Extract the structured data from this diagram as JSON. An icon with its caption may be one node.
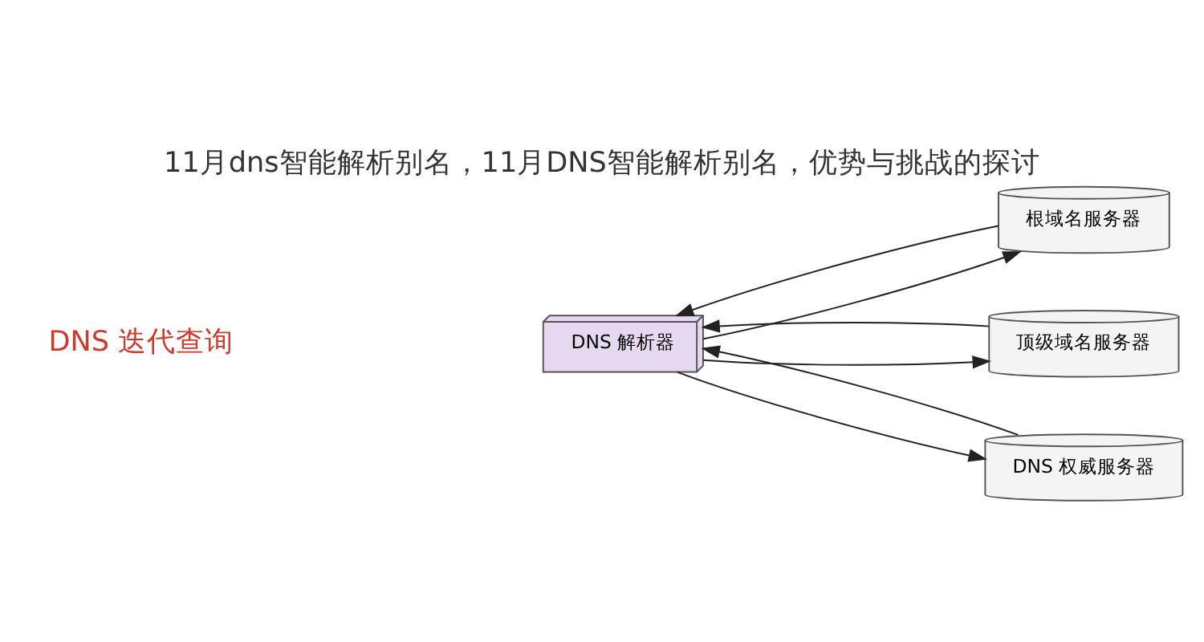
{
  "diagram": {
    "title": "11月dns智能解析别名，11月DNS智能解析别名，优势与挑战的探讨",
    "nodes": [
      {
        "text": [
          "DNS 解析器"
        ]
      },
      {
        "text": [
          "根域名服务器"
        ]
      },
      {
        "text": [
          "顶级域名服务器"
        ]
      },
      {
        "text": [
          "DNS 权威服务器"
        ]
      }
    ],
    "edges": [
      {
        "from": 0,
        "to": 1,
        "arrow": "to"
      },
      {
        "from": 1,
        "to": 0,
        "arrow": "to"
      },
      {
        "from": 0,
        "to": 2,
        "arrow": "to"
      },
      {
        "from": 2,
        "to": 0,
        "arrow": "to"
      },
      {
        "from": 0,
        "to": 3,
        "arrow": "to"
      },
      {
        "from": 3,
        "to": 0,
        "arrow": "to"
      }
    ],
    "labels": [
      "DNS 迭代查询"
    ]
  }
}
